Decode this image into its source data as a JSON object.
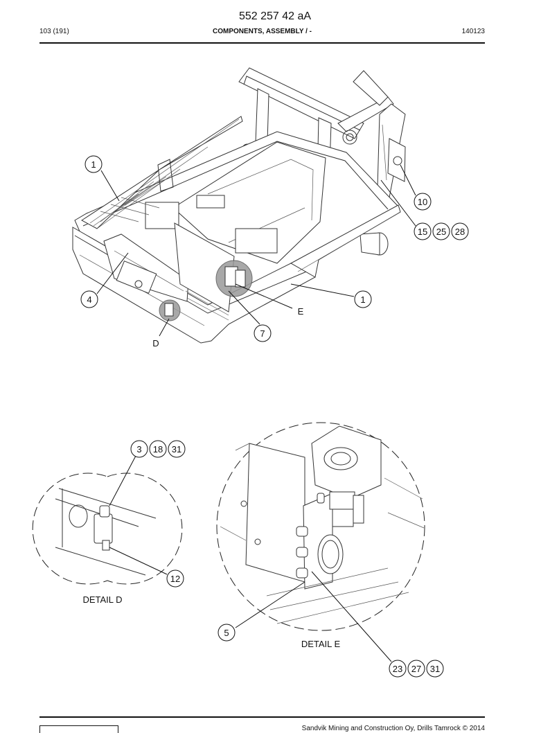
{
  "header": {
    "doc_number": "552 257 42 aA",
    "page": "103 (191)",
    "title": "COMPONENTS, ASSEMBLY / -",
    "code": "140123"
  },
  "callouts": {
    "c1a": "1",
    "c10": "10",
    "c15": "15",
    "c25": "25",
    "c28": "28",
    "c4": "4",
    "c1b": "1",
    "c7": "7",
    "c3": "3",
    "c18a": "18",
    "c31a": "31",
    "c12": "12",
    "c5": "5",
    "c23": "23",
    "c27": "27",
    "c31b": "31"
  },
  "labels": {
    "E": "E",
    "D": "D",
    "detail_d": "DETAIL D",
    "detail_e": "DETAIL E"
  },
  "footer": {
    "copyright": "Sandvik Mining and Construction Oy, Drills Tamrock © 2014"
  }
}
